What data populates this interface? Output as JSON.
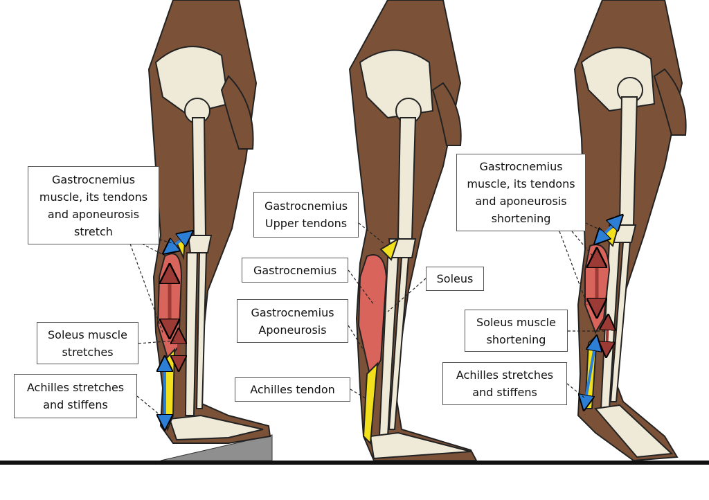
{
  "colors": {
    "skin": "#7b5238",
    "bone": "#efe9d8",
    "muscle": "#d9645c",
    "tendon": "#f3e01c",
    "arrow_blue": "#2d7fd6",
    "arrow_red": "#9c3a36",
    "wedge": "#8f8f8f"
  },
  "labels": {
    "left_gastro": [
      "Gastrocnemius",
      "muscle, its tendons",
      "and aponeurosis",
      "stretch"
    ],
    "left_soleus": [
      "Soleus muscle",
      "stretches"
    ],
    "left_achilles": [
      "Achilles stretches",
      "and stiffens"
    ],
    "mid_upper_tendons": [
      "Gastrocnemius",
      "Upper tendons"
    ],
    "mid_gastro": [
      "Gastrocnemius"
    ],
    "mid_soleus": [
      "Soleus"
    ],
    "mid_aponeurosis": [
      "Gastrocnemius",
      "Aponeurosis"
    ],
    "mid_achilles": [
      "Achilles tendon"
    ],
    "right_gastro": [
      "Gastrocnemius",
      "muscle, its tendons",
      "and aponeurosis",
      "shortening"
    ],
    "right_soleus": [
      "Soleus muscle",
      "shortening"
    ],
    "right_achilles": [
      "Achilles stretches",
      "and stiffens"
    ]
  }
}
